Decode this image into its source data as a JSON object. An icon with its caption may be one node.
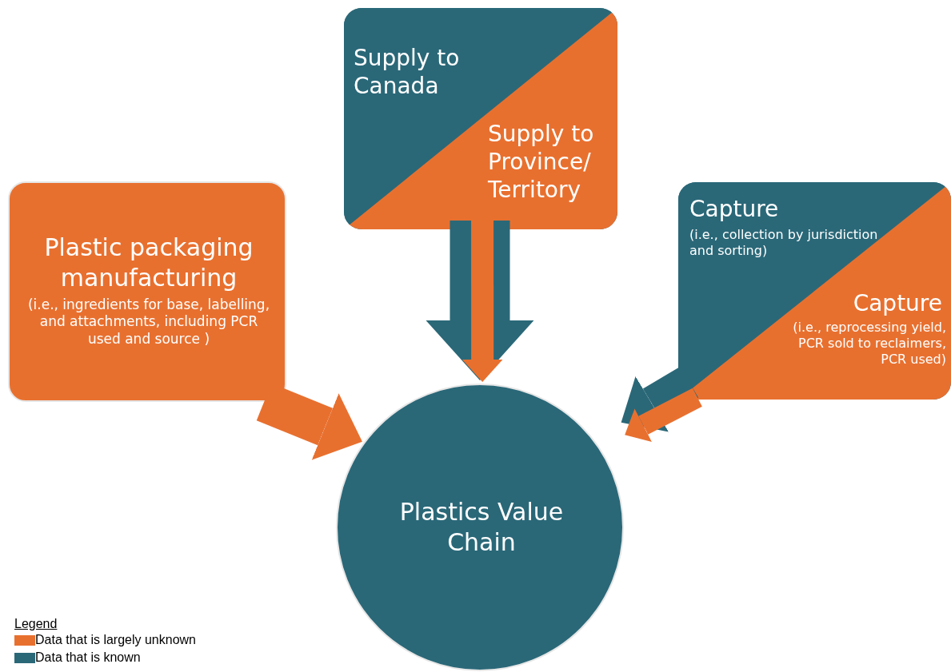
{
  "diagram": {
    "nodes": [
      {
        "text": [
          "Plastic packaging manufacturing",
          "(i.e., ingredients for base, labelling, and attachments, including PCR used and source )"
        ]
      },
      {
        "text": [
          "Supply to Canada",
          "Supply to Province/ Territory"
        ]
      },
      {
        "text": [
          "Capture",
          "(i.e., collection by jurisdiction and sorting)",
          "Capture",
          "(i.e., reprocessing yield, PCR sold to reclaimers, PCR used)"
        ]
      },
      {
        "text": [
          "Plastics Value Chain"
        ]
      }
    ],
    "edges": [
      {
        "from": 0,
        "to": 3,
        "arrow": "to"
      },
      {
        "from": 1,
        "to": 3,
        "arrow": "to",
        "color": "#2a6878"
      },
      {
        "from": 1,
        "to": 3,
        "arrow": "to"
      },
      {
        "from": 2,
        "to": 3,
        "arrow": "to",
        "color": "#2a6878"
      },
      {
        "from": 2,
        "to": 3,
        "arrow": "to"
      }
    ],
    "labels": [
      "Legend"
    ],
    "legend": [
      {
        "text": "Data that is largely unknown",
        "color": "#e8702f"
      },
      {
        "text": "Data that is known",
        "color": "#2a6878"
      }
    ]
  }
}
